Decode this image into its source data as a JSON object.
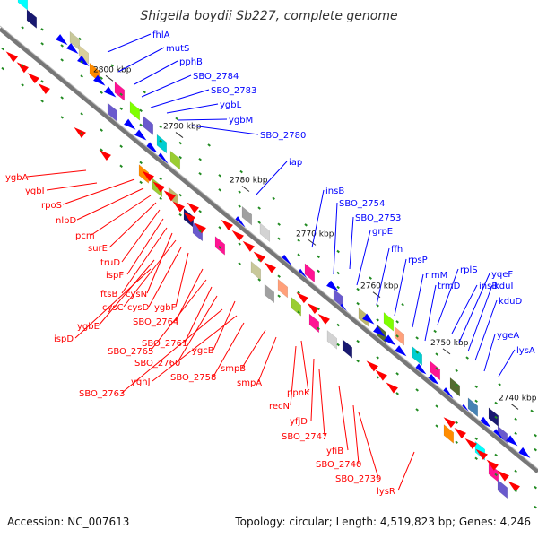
{
  "header": {
    "title": "Shigella boydii Sb227, complete genome"
  },
  "footer": {
    "accession": "Accession: NC_007613",
    "summary": "Topology: circular; Length: 4,519,823 bp; Genes: 4,246"
  },
  "colors": {
    "forward": "#0000ff",
    "reverse": "#ff0000",
    "backbone": "#888888",
    "tick": "#228b22"
  },
  "scale_labels": [
    "2800 kbp",
    "2790 kbp",
    "2780 kbp",
    "2770 kbp",
    "2760 kbp",
    "2750 kbp",
    "2740 kbp"
  ],
  "forward_genes": [
    "fhlA",
    "mutS",
    "pphB",
    "SBO_2784",
    "SBO_2783",
    "ygbL",
    "ygbM",
    "SBO_2780",
    "iap",
    "insB",
    "SBO_2754",
    "SBO_2753",
    "grpE",
    "ffh",
    "rpsP",
    "rimM",
    "trmD",
    "rplS",
    "insB",
    "yqeF",
    "kduI",
    "kduD",
    "ygeA",
    "lysA"
  ],
  "reverse_genes": [
    "ygbA",
    "ygbI",
    "rpoS",
    "nlpD",
    "pcm",
    "surE",
    "truD",
    "ispF",
    "ftsB",
    "cysN",
    "cysC",
    "cysD",
    "ygbF",
    "ygbE",
    "ispD",
    "SBO_2764",
    "SBO_2765",
    "SBO_2761",
    "SBO_2760",
    "ygcB",
    "SBO_2763",
    "yghJ",
    "SBO_2758",
    "smpB",
    "smpA",
    "recN",
    "ppnK",
    "yfjD",
    "SBO_2747",
    "yfiB",
    "SBO_2740",
    "SBO_2739",
    "lysR"
  ]
}
